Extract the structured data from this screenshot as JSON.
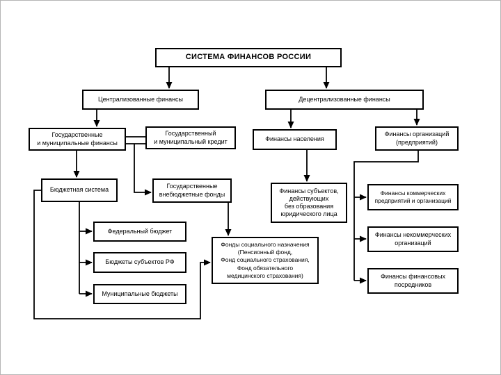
{
  "diagram": {
    "title": "Система финансов России — схема",
    "colors": {
      "line": "#000000",
      "box_border": "#000000",
      "box_bg": "#ffffff",
      "page_bg": "#ffffff"
    },
    "nodes": {
      "title": {
        "label": "СИСТЕМА ФИНАНСОВ РОССИИ"
      },
      "centralized": {
        "label": "Централизованные финансы"
      },
      "decentralized": {
        "label": "Децентрализованные финансы"
      },
      "state_municipal_finance": {
        "label": "Государственные\nи муниципальные финансы"
      },
      "state_municipal_credit": {
        "label": "Государственный\nи муниципальный кредит"
      },
      "population_finance": {
        "label": "Финансы населения"
      },
      "org_finance": {
        "label": "Финансы организаций\n(предприятий)"
      },
      "budget_system": {
        "label": "Бюджетная система"
      },
      "extrabudgetary_funds": {
        "label": "Государственные\nвнебюджетные фонды"
      },
      "federal_budget": {
        "label": "Федеральный бюджет"
      },
      "rf_subject_budgets": {
        "label": "Бюджеты субъектов РФ"
      },
      "municipal_budgets": {
        "label": "Муниципальные бюджеты"
      },
      "social_funds": {
        "label": "Фонды социального назначения\n(Пенсионный фонд,\nФонд социального страхования,\nФонд обязательного\nмедицинского страхования)"
      },
      "individual_entities_finance": {
        "label": "Финансы субъектов,\nдействующих\nбез образования\nюридического лица"
      },
      "commercial_finance": {
        "label": "Финансы коммерческих\nпредприятий и организаций"
      },
      "noncommercial_finance": {
        "label": "Финансы некоммерческих\nорганизаций"
      },
      "intermediaries_finance": {
        "label": "Финансы финансовых\nпосредников"
      }
    },
    "edges": [
      {
        "from": "title",
        "to": "centralized"
      },
      {
        "from": "title",
        "to": "decentralized"
      },
      {
        "from": "centralized",
        "to": "state_municipal_finance"
      },
      {
        "from": "state_municipal_finance",
        "to": "state_municipal_credit",
        "style": "double-link"
      },
      {
        "from": "state_municipal_finance",
        "to": "extrabudgetary_funds"
      },
      {
        "from": "state_municipal_finance",
        "to": "budget_system"
      },
      {
        "from": "budget_system",
        "to": "federal_budget"
      },
      {
        "from": "budget_system",
        "to": "rf_subject_budgets"
      },
      {
        "from": "budget_system",
        "to": "municipal_budgets"
      },
      {
        "from": "budget_system",
        "to": "social_funds"
      },
      {
        "from": "extrabudgetary_funds",
        "to": "social_funds"
      },
      {
        "from": "decentralized",
        "to": "population_finance"
      },
      {
        "from": "decentralized",
        "to": "org_finance"
      },
      {
        "from": "population_finance",
        "to": "individual_entities_finance"
      },
      {
        "from": "org_finance",
        "to": "commercial_finance"
      },
      {
        "from": "org_finance",
        "to": "noncommercial_finance"
      },
      {
        "from": "org_finance",
        "to": "intermediaries_finance"
      }
    ]
  }
}
